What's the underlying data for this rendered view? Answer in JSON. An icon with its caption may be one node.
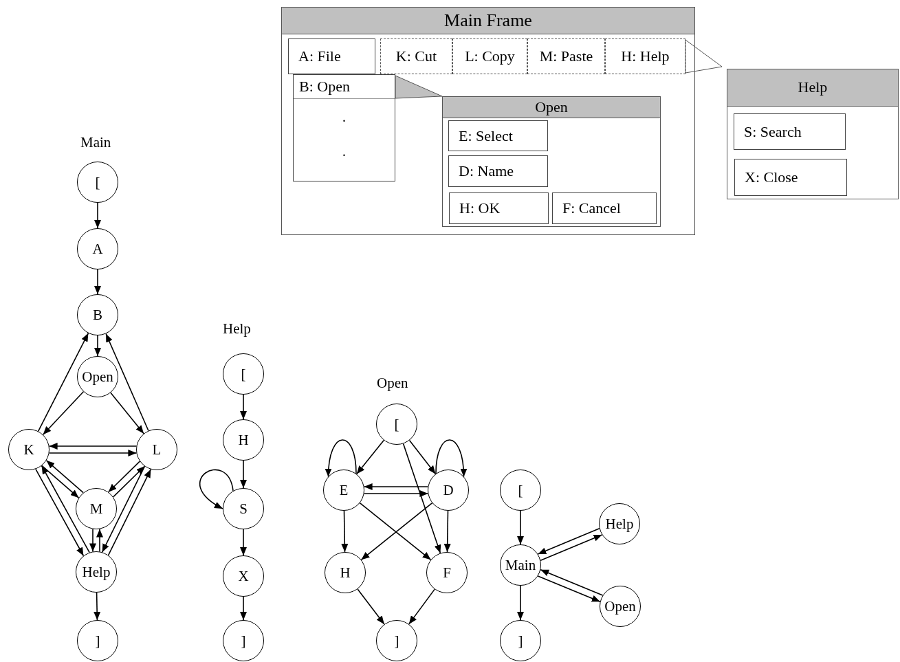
{
  "diagram": {
    "nodes": [
      {
        "text": [
          "Main Frame"
        ]
      },
      {
        "text": [
          "A: File"
        ],
        "in": 0
      },
      {
        "text": [
          "K: Cut"
        ],
        "in": 0
      },
      {
        "text": [
          "L: Copy"
        ],
        "in": 0
      },
      {
        "text": [
          "M: Paste"
        ],
        "in": 0
      },
      {
        "text": [
          "H: Help"
        ],
        "in": 0
      },
      {
        "text": [
          "B: Open",
          ".",
          "."
        ],
        "in": 0
      },
      {
        "text": [
          "Open"
        ],
        "in": 0
      },
      {
        "text": [
          "E: Select"
        ],
        "in": 7
      },
      {
        "text": [
          "D: Name"
        ],
        "in": 7
      },
      {
        "text": [
          "H: OK"
        ],
        "in": 7
      },
      {
        "text": [
          "F: Cancel"
        ],
        "in": 7
      },
      {
        "text": [
          "Help"
        ]
      },
      {
        "text": [
          "S: Search"
        ],
        "in": 12
      },
      {
        "text": [
          "X: Close"
        ],
        "in": 12
      },
      {
        "text": [
          "["
        ]
      },
      {
        "text": [
          "A"
        ]
      },
      {
        "text": [
          "B"
        ]
      },
      {
        "text": [
          "Open"
        ]
      },
      {
        "text": [
          "K"
        ]
      },
      {
        "text": [
          "L"
        ]
      },
      {
        "text": [
          "M"
        ]
      },
      {
        "text": [
          "Help"
        ]
      },
      {
        "text": [
          "]"
        ]
      },
      {
        "text": [
          "["
        ]
      },
      {
        "text": [
          "H"
        ]
      },
      {
        "text": [
          "S"
        ]
      },
      {
        "text": [
          "X"
        ]
      },
      {
        "text": [
          "]"
        ]
      },
      {
        "text": [
          "["
        ]
      },
      {
        "text": [
          "E"
        ]
      },
      {
        "text": [
          "D"
        ]
      },
      {
        "text": [
          "H"
        ]
      },
      {
        "text": [
          "F"
        ]
      },
      {
        "text": [
          "]"
        ]
      },
      {
        "text": [
          "["
        ]
      },
      {
        "text": [
          "Main"
        ]
      },
      {
        "text": [
          "Help"
        ]
      },
      {
        "text": [
          "Open"
        ]
      },
      {
        "text": [
          "]"
        ]
      }
    ],
    "edges": [
      {
        "from": 15,
        "to": 16,
        "arrow": "to"
      },
      {
        "from": 16,
        "to": 17,
        "arrow": "to"
      },
      {
        "from": 17,
        "to": 18,
        "arrow": "to"
      },
      {
        "from": 18,
        "to": 19,
        "arrow": "to"
      },
      {
        "from": 18,
        "to": 20,
        "arrow": "to"
      },
      {
        "from": 19,
        "to": 17,
        "arrow": "to"
      },
      {
        "from": 20,
        "to": 17,
        "arrow": "to"
      },
      {
        "from": 19,
        "to": 20,
        "arrow": "to"
      },
      {
        "from": 20,
        "to": 19,
        "arrow": "to"
      },
      {
        "from": 19,
        "to": 21,
        "arrow": "to"
      },
      {
        "from": 21,
        "to": 19,
        "arrow": "to"
      },
      {
        "from": 20,
        "to": 21,
        "arrow": "to"
      },
      {
        "from": 21,
        "to": 20,
        "arrow": "to"
      },
      {
        "from": 19,
        "to": 22,
        "arrow": "to"
      },
      {
        "from": 22,
        "to": 19,
        "arrow": "to"
      },
      {
        "from": 20,
        "to": 22,
        "arrow": "to"
      },
      {
        "from": 22,
        "to": 20,
        "arrow": "to"
      },
      {
        "from": 21,
        "to": 22,
        "arrow": "to"
      },
      {
        "from": 22,
        "to": 21,
        "arrow": "to"
      },
      {
        "from": 22,
        "to": 23,
        "arrow": "to"
      },
      {
        "from": 24,
        "to": 25,
        "arrow": "to"
      },
      {
        "from": 25,
        "to": 26,
        "arrow": "to"
      },
      {
        "from": 26,
        "to": 26,
        "arrow": "to"
      },
      {
        "from": 26,
        "to": 27,
        "arrow": "to"
      },
      {
        "from": 27,
        "to": 28,
        "arrow": "to"
      },
      {
        "from": 29,
        "to": 30,
        "arrow": "to"
      },
      {
        "from": 29,
        "to": 31,
        "arrow": "to"
      },
      {
        "from": 29,
        "to": 33,
        "arrow": "to"
      },
      {
        "from": 30,
        "to": 30,
        "arrow": "to"
      },
      {
        "from": 31,
        "to": 31,
        "arrow": "to"
      },
      {
        "from": 30,
        "to": 31,
        "arrow": "to"
      },
      {
        "from": 31,
        "to": 30,
        "arrow": "to"
      },
      {
        "from": 30,
        "to": 32,
        "arrow": "to"
      },
      {
        "from": 31,
        "to": 32,
        "arrow": "to"
      },
      {
        "from": 30,
        "to": 33,
        "arrow": "to"
      },
      {
        "from": 31,
        "to": 33,
        "arrow": "to"
      },
      {
        "from": 32,
        "to": 34,
        "arrow": "to"
      },
      {
        "from": 33,
        "to": 34,
        "arrow": "to"
      },
      {
        "from": 35,
        "to": 36,
        "arrow": "to"
      },
      {
        "from": 36,
        "to": 37,
        "arrow": "to"
      },
      {
        "from": 37,
        "to": 36,
        "arrow": "to"
      },
      {
        "from": 36,
        "to": 38,
        "arrow": "to"
      },
      {
        "from": 38,
        "to": 36,
        "arrow": "to"
      },
      {
        "from": 36,
        "to": 39,
        "arrow": "to"
      }
    ],
    "labels": [
      "Main",
      "Help",
      "Open"
    ]
  }
}
